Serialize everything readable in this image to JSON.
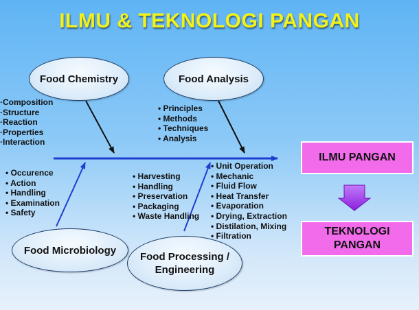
{
  "title": "ILMU & TEKNOLOGI PANGAN",
  "nodes": {
    "food_chemistry": "Food Chemistry",
    "food_analysis": "Food Analysis",
    "food_microbiology": "Food Microbiology",
    "food_processing_line1": "Food Processing /",
    "food_processing_line2": "Engineering"
  },
  "lists": {
    "chemistry": [
      "Composition",
      "Structure",
      "Reaction",
      "Properties",
      "Interaction"
    ],
    "analysis": [
      "Principles",
      "Methods",
      "Techniques",
      "Analysis"
    ],
    "microbiology": [
      "Occurence",
      "Action",
      "Handling",
      "Examination",
      "Safety"
    ],
    "postharvest": [
      "Harvesting",
      "Handling",
      "Preservation",
      "Packaging",
      "Waste Handling"
    ],
    "processing": [
      "Unit Operation",
      "Mechanic",
      "Fluid Flow",
      "Heat Transfer",
      "Evaporation",
      "Drying, Extraction",
      "Distilation, Mixing",
      "Filtration"
    ]
  },
  "boxes": {
    "ilmu_pangan": "ILMU PANGAN",
    "teknologi_line1": "TEKNOLOGI",
    "teknologi_line2": "PANGAN"
  },
  "colors": {
    "title": "#f2f21a",
    "box_fill": "#f16bea",
    "arrow_down": "#a63cf0",
    "spine": "#1c3fd1"
  }
}
